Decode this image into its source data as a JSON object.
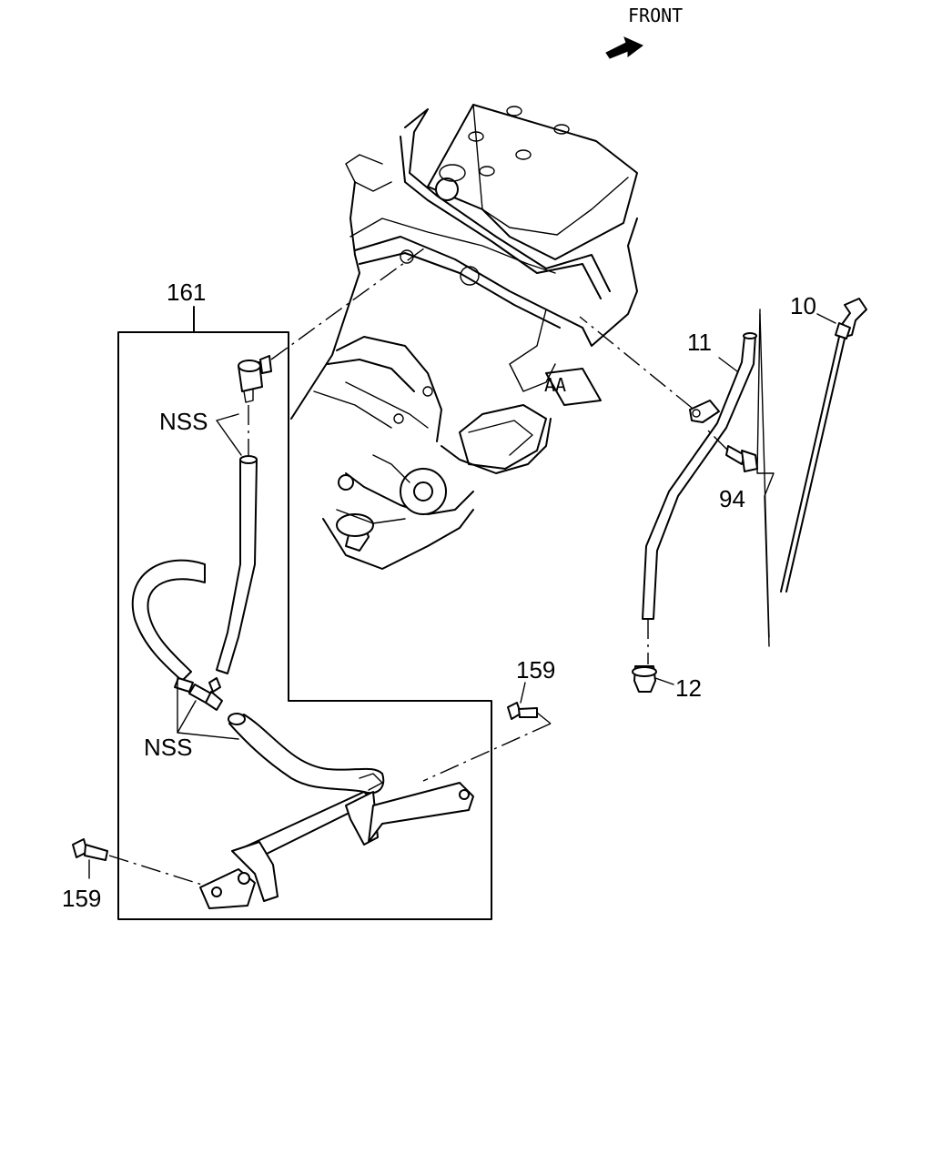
{
  "header": {
    "front_label": "FRONT"
  },
  "callouts": {
    "p161": "161",
    "nss_top": "NSS",
    "nss_bottom": "NSS",
    "p159_right": "159",
    "p159_left": "159",
    "p10": "10",
    "p11": "11",
    "p12": "12",
    "p94": "94"
  },
  "icons": {
    "front_arrow": "arrow-right-icon"
  }
}
